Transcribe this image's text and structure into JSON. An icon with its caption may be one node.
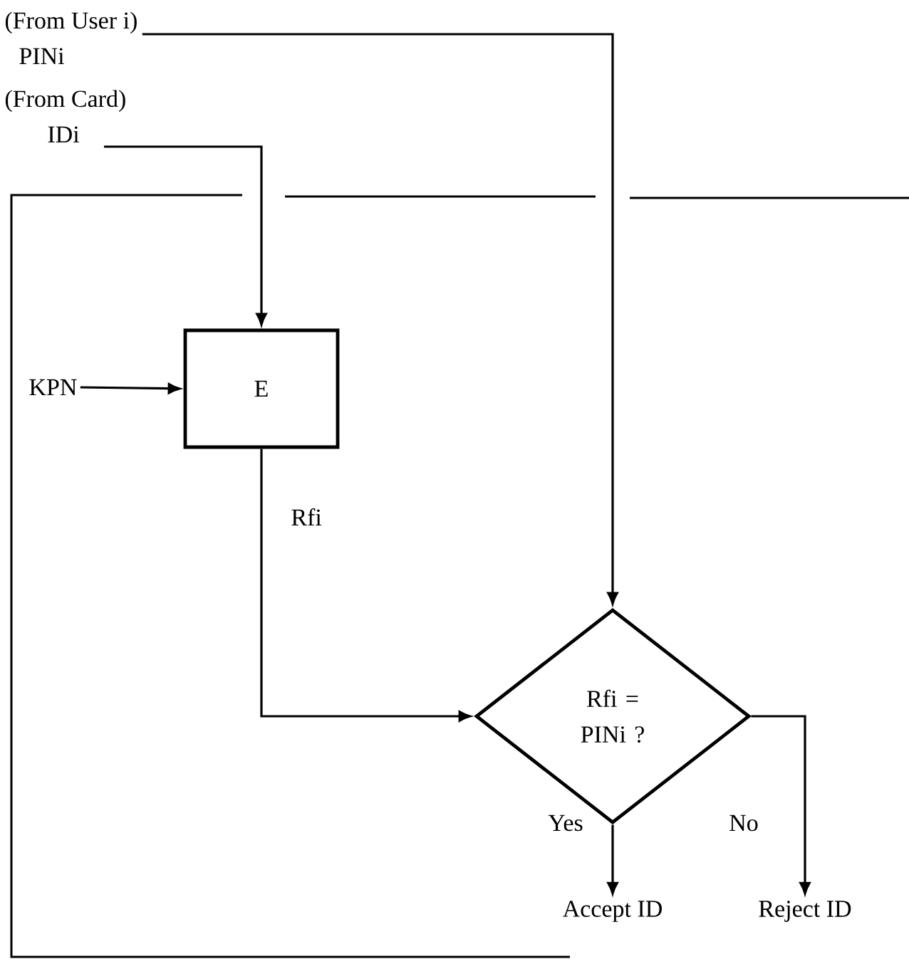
{
  "diagram": {
    "nodes": [
      {
        "text": [
          "(From User i)",
          "PINi"
        ]
      },
      {
        "text": [
          "(From Card)",
          "IDi"
        ]
      },
      {
        "text": [
          "KPN"
        ]
      },
      {
        "text": [
          "E"
        ]
      },
      {
        "text": [
          "Rfi = PINi ?"
        ]
      },
      {
        "text": [
          "Accept ID"
        ]
      },
      {
        "text": [
          "Reject ID"
        ]
      }
    ],
    "edges": [
      {
        "from": 0,
        "to": 4,
        "arrow": "to"
      },
      {
        "from": 1,
        "to": 3,
        "arrow": "to"
      },
      {
        "from": 2,
        "to": 3,
        "arrow": "to"
      },
      {
        "from": 3,
        "to": 4,
        "arrow": "to",
        "label": "Rfi"
      },
      {
        "from": 4,
        "to": 5,
        "arrow": "to",
        "label": "Yes"
      },
      {
        "from": 4,
        "to": 6,
        "arrow": "to",
        "label": "No"
      }
    ]
  }
}
